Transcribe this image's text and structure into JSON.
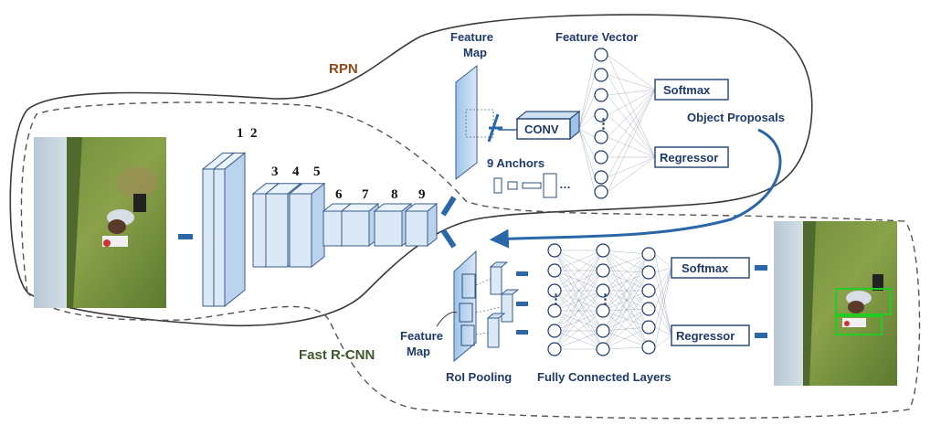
{
  "regions": {
    "rpn": "RPN",
    "fast_rcnn": "Fast R-CNN"
  },
  "backbone": {
    "layer_numbers": [
      "1",
      "2",
      "3",
      "4",
      "5",
      "6",
      "7",
      "8",
      "9"
    ]
  },
  "rpn": {
    "feature_map": [
      "Feature",
      "Map"
    ],
    "feature_vector": "Feature Vector",
    "conv": "CONV",
    "anchors": "9 Anchors",
    "softmax": "Softmax",
    "regressor": "Regressor",
    "object_proposals": "Object Proposals",
    "ellipsis": "⋮",
    "anchor_ellipsis": "…"
  },
  "fast_rcnn": {
    "feature_map": [
      "Feature",
      "Map"
    ],
    "roi_pooling": "RoI Pooling",
    "fully_connected": "Fully Connected Layers",
    "softmax": "Softmax",
    "regressor": "Regressor",
    "ellipsis": "⋮"
  },
  "colors": {
    "rpn_label": "#8b4a1a",
    "fast_rcnn_label": "#3d5a2a",
    "text_blue": "#1f3a6a",
    "arrow_blue": "#2a66a8",
    "block_fill": "#dbe8f6",
    "detection_box": "#22cc22"
  },
  "icons": {
    "input_image": "field-photo-icon",
    "output_image": "detected-photo-icon"
  }
}
